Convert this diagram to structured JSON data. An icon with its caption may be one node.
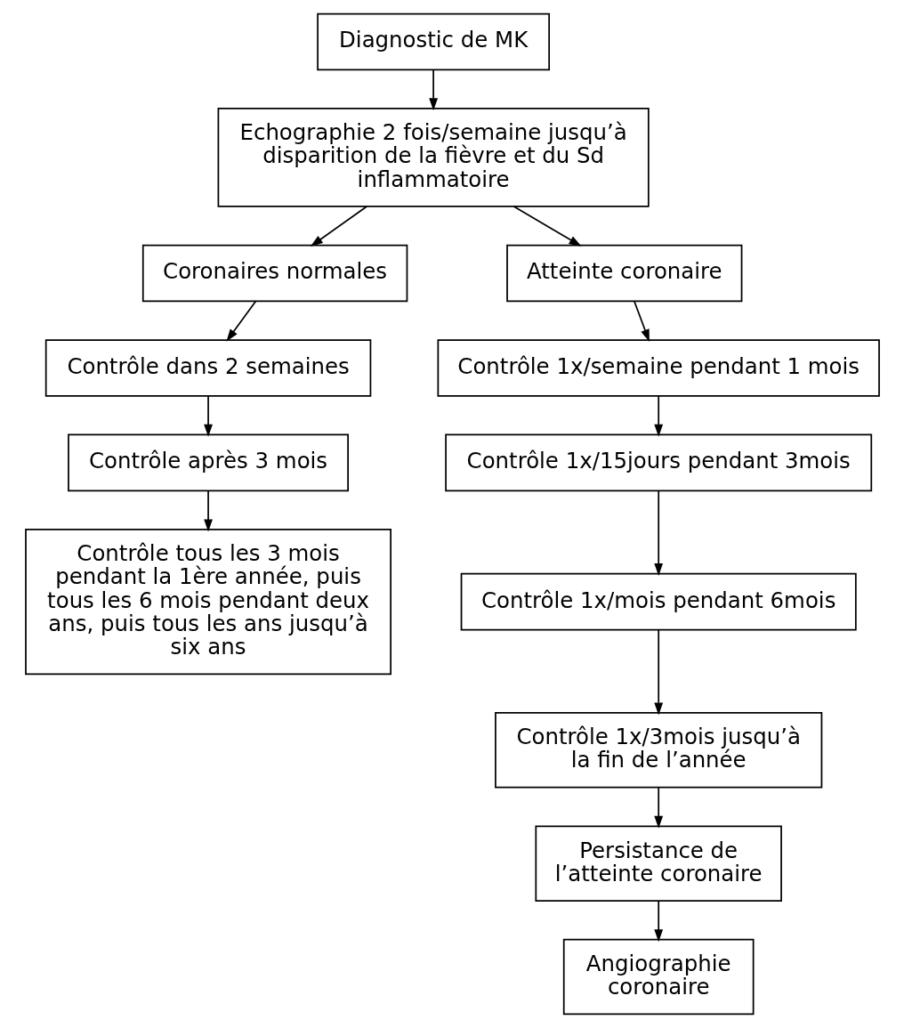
{
  "diagram": {
    "nodes": [
      {
        "text": [
          "Diagnostic de MK"
        ]
      },
      {
        "text": [
          "Echographie 2 fois/semaine jusqu’à disparition de la fièvre et du Sd inflammatoire"
        ]
      },
      {
        "text": [
          "Coronaires normales"
        ]
      },
      {
        "text": [
          "Atteinte coronaire"
        ]
      },
      {
        "text": [
          "Contrôle dans 2 semaines"
        ]
      },
      {
        "text": [
          "Contrôle après 3 mois"
        ]
      },
      {
        "text": [
          "Contrôle tous les 3 mois pendant la 1ère année, puis tous les 6 mois pendant deux ans, puis tous les ans jusqu’à six ans"
        ]
      },
      {
        "text": [
          "Contrôle 1x/semaine pendant 1 mois"
        ]
      },
      {
        "text": [
          "Contrôle 1x/15jours pendant 3mois"
        ]
      },
      {
        "text": [
          "Contrôle 1x/mois pendant 6mois"
        ]
      },
      {
        "text": [
          "Contrôle 1x/3mois jusqu’à la fin de l’année"
        ]
      },
      {
        "text": [
          "Persistance de l’atteinte coronaire"
        ]
      },
      {
        "text": [
          "Angiographie coronaire"
        ]
      }
    ],
    "edges": [
      {
        "from": 0,
        "to": 1,
        "arrow": "to"
      },
      {
        "from": 1,
        "to": 2,
        "arrow": "to"
      },
      {
        "from": 1,
        "to": 3,
        "arrow": "to"
      },
      {
        "from": 2,
        "to": 4,
        "arrow": "to"
      },
      {
        "from": 4,
        "to": 5,
        "arrow": "to"
      },
      {
        "from": 5,
        "to": 6,
        "arrow": "to"
      },
      {
        "from": 3,
        "to": 7,
        "arrow": "to"
      },
      {
        "from": 7,
        "to": 8,
        "arrow": "to"
      },
      {
        "from": 8,
        "to": 9,
        "arrow": "to"
      },
      {
        "from": 9,
        "to": 10,
        "arrow": "to"
      },
      {
        "from": 10,
        "to": 11,
        "arrow": "to"
      },
      {
        "from": 11,
        "to": 12,
        "arrow": "to"
      }
    ]
  }
}
